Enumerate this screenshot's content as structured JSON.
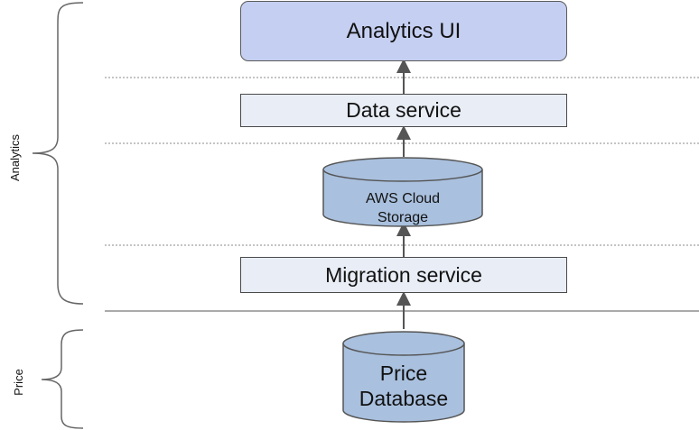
{
  "diagram": {
    "nodes": {
      "analytics_ui": "Analytics UI",
      "data_service": "Data service",
      "aws_storage_line1": "AWS Cloud",
      "aws_storage_line2": "Storage",
      "migration_service": "Migration service",
      "price_db_line1": "Price",
      "price_db_line2": "Database"
    },
    "groups": {
      "analytics": "Analytics",
      "price": "Price"
    },
    "edges": [
      {
        "from": "Price Database",
        "to": "Migration service"
      },
      {
        "from": "Migration service",
        "to": "AWS Cloud Storage"
      },
      {
        "from": "AWS Cloud Storage",
        "to": "Data service"
      },
      {
        "from": "Data service",
        "to": "Analytics UI"
      }
    ],
    "colors": {
      "ui_fill": "#c5cff1",
      "service_fill": "#e9edf6",
      "storage_fill": "#a9c0de",
      "line": "#555555"
    }
  }
}
